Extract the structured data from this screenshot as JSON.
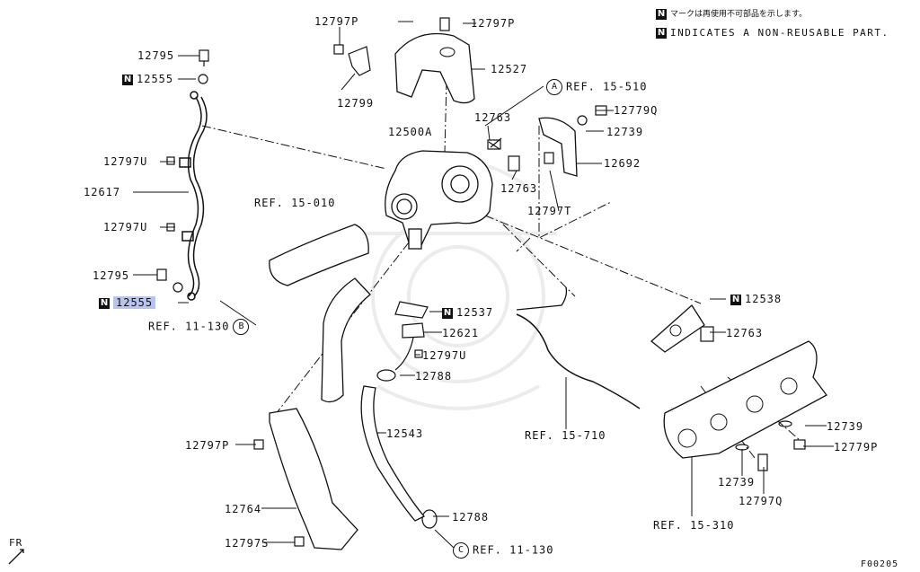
{
  "notes": {
    "jp": "マークは再使用不可部品を示します。",
    "en": "INDICATES A NON-REUSABLE PART.",
    "marker": "N"
  },
  "labels": {
    "p12797P_a": "12797P",
    "p12797P_b": "12797P",
    "p12795_a": "12795",
    "p12555_a": "12555",
    "p12527": "12527",
    "p12799": "12799",
    "ref15510": "REF. 15-510",
    "circA": "A",
    "p12763_a": "12763",
    "p12779Q_a": "12779Q",
    "p12739_a": "12739",
    "p12500A": "12500A",
    "p12797U_a": "12797U",
    "p12692": "12692",
    "p12617": "12617",
    "p12763_b": "12763",
    "ref15010": "REF. 15-010",
    "p12797T": "12797T",
    "p12797U_b": "12797U",
    "p12795_b": "12795",
    "p12555_b": "12555",
    "p12538": "12538",
    "ref11130_a": "REF. 11-130",
    "circB": "B",
    "p12537": "12537",
    "p12763_c": "12763",
    "p12621": "12621",
    "p12797U_c": "12797U",
    "p12788_a": "12788",
    "p12543": "12543",
    "ref15710": "REF. 15-710",
    "p12739_b": "12739",
    "p12779P": "12779P",
    "p12797P_c": "12797P",
    "p12739_c": "12739",
    "p12797Q": "12797Q",
    "p12764": "12764",
    "p12788_b": "12788",
    "ref15310": "REF. 15-310",
    "p12797S": "12797S",
    "circC": "C",
    "ref11130_b": "REF. 11-130",
    "fr": "FR",
    "code": "F00205"
  }
}
